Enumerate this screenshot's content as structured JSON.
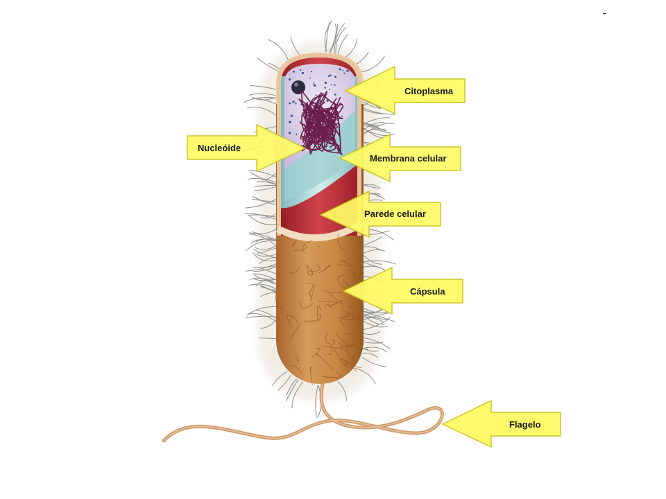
{
  "labels": {
    "citoplasma": "Citoplasma",
    "nucleoide": "Nucleóide",
    "membrana": "Membrana celular",
    "parede": "Parede celular",
    "capsula": "Cápsula",
    "flagelo": "Flagelo"
  },
  "colors": {
    "arrow_fill": "#fffb66",
    "arrow_stroke": "#c9c21a",
    "capsule": "#c98a4a",
    "cell_wall": "#b8262f",
    "membrane": "#a8d8d8",
    "cytoplasm": "#ddd3ea",
    "nucleoid": "#6a1f4a",
    "pili": "#8a8a8a",
    "flagellum": "#cf9b6c"
  }
}
